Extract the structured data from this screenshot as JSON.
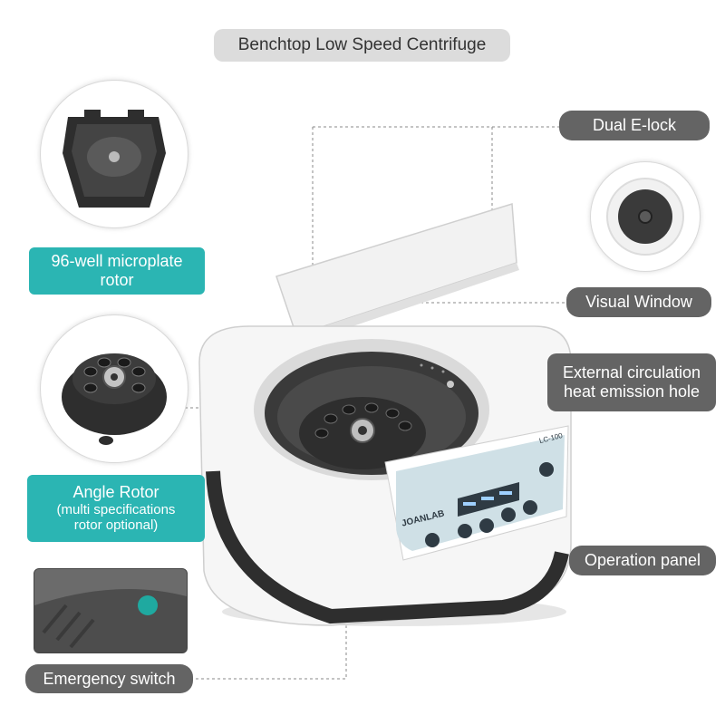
{
  "title": "Benchtop Low Speed Centrifuge",
  "callouts": {
    "dual_elock": "Dual E-lock",
    "visual_window": "Visual Window",
    "heat_hole_line1": "External circulation",
    "heat_hole_line2": "heat emission hole",
    "operation_panel": "Operation panel",
    "emergency_switch": "Emergency switch"
  },
  "features": {
    "microplate_line1": "96-well microplate",
    "microplate_line2": "rotor",
    "angle_rotor_line1": "Angle Rotor",
    "angle_rotor_line2": "(multi specifications",
    "angle_rotor_line3": "rotor optional)"
  },
  "device": {
    "brand": "JOANLAB",
    "model": "LC-100"
  },
  "colors": {
    "teal": "#2bb5b3",
    "callout_gray": "#646464",
    "title_gray": "#dcdcdc",
    "panel_blue": "#cfe0e6",
    "body_white": "#f4f4f4",
    "rotor_black": "#2e2e2e"
  }
}
